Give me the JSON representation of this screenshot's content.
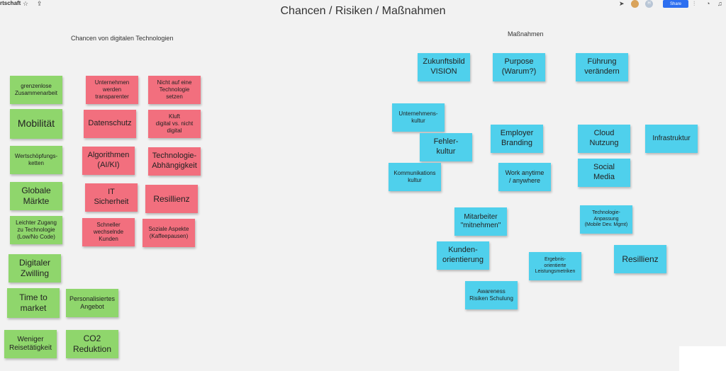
{
  "board": {
    "name": "rtschaft",
    "title": "Chancen / Risiken / Maßnahmen"
  },
  "toolbar": {
    "share_label": "Share",
    "avatar_initials": "H"
  },
  "sections": {
    "chancen": "Chancen von digitalen Technologien",
    "massnahmen": "Maßnahmen"
  },
  "colors": {
    "green": "#8fd66c",
    "red": "#f26f7e",
    "blue": "#4fd0ec",
    "accent": "#2d6ff0"
  },
  "notes": {
    "g1": "grenzenlose\nZusammenarbeit",
    "g2": "Mobilität",
    "g3": "Wertschöpfungs-\nketten",
    "g4": "Globale\nMärkte",
    "g5": "Leichter Zugang\nzu Technologie\n(Low/No Code)",
    "g6": "Digitaler\nZwilling",
    "g7": "Time to\nmarket",
    "g8": "Personalisiertes\nAngebot",
    "g9": "Weniger\nReisetätigkeit",
    "g10": "CO2\nReduktion",
    "r1": "Unternehmen\nwerden\ntransparenter",
    "r2": "Nicht auf eine\nTechnologie\nsetzen",
    "r3": "Datenschutz",
    "r4": "Kluft\ndigital vs. nicht\ndigital",
    "r5": "Algorithmen\n(AI/KI)",
    "r6": "Technologie-\nAbhängigkeit",
    "r7": "IT\nSicherheit",
    "r8": "Resillienz",
    "r9": "Schneller\nwechselnde\nKunden",
    "r10": "Soziale Aspekte\n(Kaffeepausen)",
    "b1": "Zukunftsbild\nVISION",
    "b2": "Purpose\n(Warum?)",
    "b3": "Führung\nverändern",
    "b4": "Unternehmens-\nkultur",
    "b5": "Fehler-\nkultur",
    "b6": "Employer\nBranding",
    "b7": "Cloud\nNutzung",
    "b8": "Infrastruktur",
    "b9": "Kommunikations\nkultur",
    "b10": "Work anytime\n/ anywhere",
    "b11": "Social\nMedia",
    "b12": "Mitarbeiter\n\"mitnehmen\"",
    "b13": "Technologie-\nAnpassung\n(Mobile Dev. Mgmt)",
    "b14": "Kunden-\norientierung",
    "b15": "Ergebnis-\norientierte\nLeistungsmetriken",
    "b16": "Resillienz",
    "b17": "Awareness\nRisiken Schulung"
  }
}
